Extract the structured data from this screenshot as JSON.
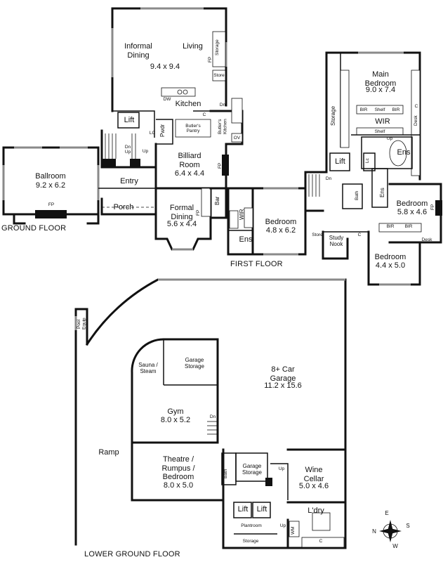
{
  "floors": {
    "ground": "GROUND FLOOR",
    "first": "FIRST FLOOR",
    "lower": "LOWER GROUND FLOOR"
  },
  "ground_floor": {
    "informal_dining": "Informal\nDining",
    "living": "Living",
    "informal_size": "9.4 x 9.4",
    "kitchen": "Kitchen",
    "dw": "DW",
    "storage": "Storage",
    "store": "Store",
    "fp_living": "FP",
    "dn": "Dn",
    "lift": "Lift",
    "c": "C",
    "butlers_pantry": "Butler's\nPantry",
    "butlers_kitchen": "Butler's\nKitchen",
    "ov": "OV",
    "lc": "LC",
    "pwdr": "Pwdr",
    "dn_up": "Dn\nUp",
    "up": "Up",
    "ballroom": "Ballroom",
    "ballroom_size": "9.2 x 6.2",
    "fp_ballroom": "FP",
    "billiard": "Billiard\nRoom",
    "billiard_size": "6.4 x 4.4",
    "fp_billiard": "FP",
    "entry": "Entry",
    "porch": "Porch",
    "formal_dining": "Formal\nDining",
    "formal_size": "5.6 x 4.4",
    "bar": "Bar",
    "fp_formal": "FP"
  },
  "first_floor": {
    "storage": "Storage",
    "main_bedroom": "Main\nBedroom",
    "main_size": "9.0 x 7.4",
    "bir": "BIR",
    "shelf": "Shelf",
    "wir": "WIR",
    "c": "C",
    "desk": "Desk",
    "up": "Up",
    "ens": "Ens",
    "lift": "Lift",
    "dn": "Dn",
    "lc": "Lc",
    "bath": "Bath",
    "bedroom2": "Bedroom",
    "bedroom2_size": "5.8 x 4.6",
    "fp": "FP",
    "bedroom3": "Bedroom",
    "bedroom3_size": "4.8 x 6.2",
    "bedroom4": "Bedroom",
    "bedroom4_size": "4.4 x 5.0",
    "store": "Store",
    "study_nook": "Study\nNook"
  },
  "lower_floor": {
    "pool_equip": "Pool\nEquip",
    "ramp": "Ramp",
    "sauna": "Sauna /\nSteam",
    "garage_storage": "Garage\nStorage",
    "garage": "8+ Car\nGarage",
    "garage_size": "11.2 x 15.6",
    "gym": "Gym",
    "gym_size": "8.0 x 5.2",
    "dn": "Dn",
    "theatre": "Theatre /\nRumpus /\nBedroom",
    "theatre_size": "8.0 x 5.0",
    "bath": "Bath",
    "garage_storage2": "Garage\nStorage",
    "up": "Up",
    "wine_cellar": "Wine\nCellar",
    "wine_size": "5.0 x 4.6",
    "lift": "Lift",
    "lddry": "L'dry",
    "plantroom": "Plantroom",
    "storage": "Storage",
    "wm": "WM",
    "c": "C"
  },
  "compass": {
    "n": "N",
    "e": "E",
    "s": "S",
    "w": "W"
  }
}
